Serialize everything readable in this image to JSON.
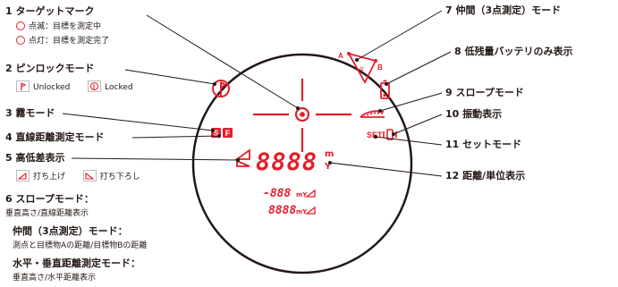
{
  "labels": {
    "target_mark": "1 ターゲットマーク",
    "target_blink": "点滅：目標を測定中",
    "target_solid": "点灯：目標を測定完了",
    "pin_lock": "2 ピンロックモード",
    "unlocked": "Unlocked",
    "locked": "Locked",
    "fog": "3 霧モード",
    "straight": "4 直線距離測定モード",
    "height_diff": "5 高低差表示",
    "uphill": "打ち上げ",
    "downhill": "打ち下ろし",
    "slope_title": "6 スロープモード：",
    "slope_desc": "垂直高さ/直線距離表示",
    "between_title": "仲間（3点測定）モード：",
    "between_desc": "測点と目標物Aの距離/目標物Bの距離",
    "hv_title": "水平・垂直距離測定モード：",
    "hv_desc": "垂直高さ/水平距離表示",
    "between_mode": "7 仲間（3点測定）モード",
    "low_battery": "8 低残量バッテリのみ表示",
    "slope_mode": "9 スロープモード",
    "vibration": "10 振動表示",
    "set_mode": "11 セットモード",
    "distance_unit": "12 距離/単位表示"
  },
  "display": {
    "main_digits": "8888",
    "unit_top": "m",
    "unit_bottom": "Y",
    "sub_top": "-888",
    "sub_bottom": "8888",
    "sub_unit_top": "mY",
    "sub_unit_bottom": "mY",
    "fog_s": "S",
    "fog_f": "F",
    "set": "SET",
    "point_a": "A",
    "point_b": "B",
    "alpha": "α"
  },
  "colors": {
    "accent": "#e41e2b",
    "text": "#231815"
  }
}
